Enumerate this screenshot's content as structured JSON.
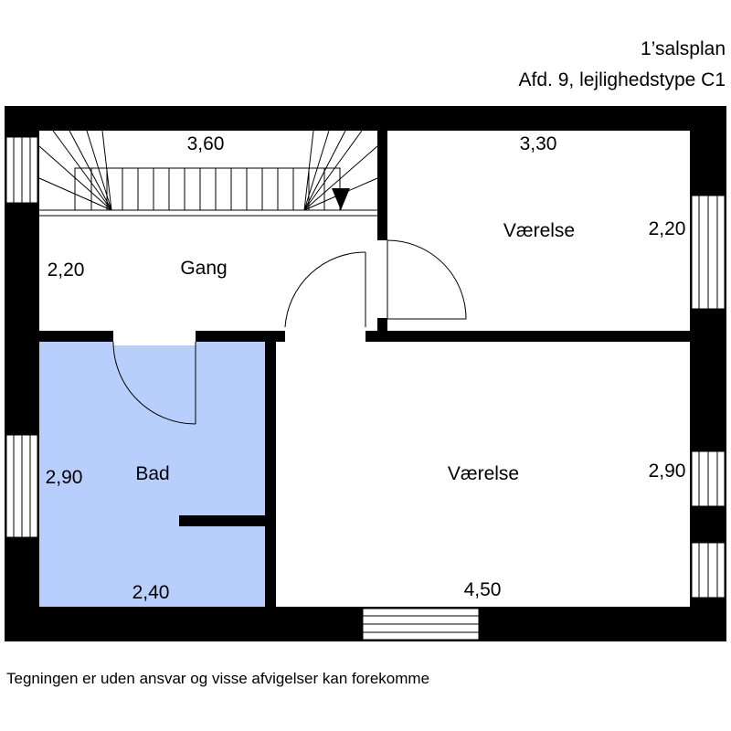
{
  "header": {
    "title": "1’salsplan",
    "subtitle": "Afd. 9, lejlighedstype C1"
  },
  "rooms": {
    "stair_width": "3,60",
    "gang_name": "Gang",
    "gang_depth": "2,20",
    "room_top_name": "Værelse",
    "room_top_width": "3,30",
    "room_top_depth": "2,20",
    "bad_name": "Bad",
    "bad_depth": "2,90",
    "bad_width": "2,40",
    "room_bottom_name": "Værelse",
    "room_bottom_depth": "2,90",
    "room_bottom_width": "4,50"
  },
  "colors": {
    "wall": "#000000",
    "bathroom_fill": "#b8cffd",
    "floor": "#ffffff"
  },
  "footer": {
    "disclaimer": "Tegningen er uden ansvar og visse afvigelser kan forekomme"
  }
}
